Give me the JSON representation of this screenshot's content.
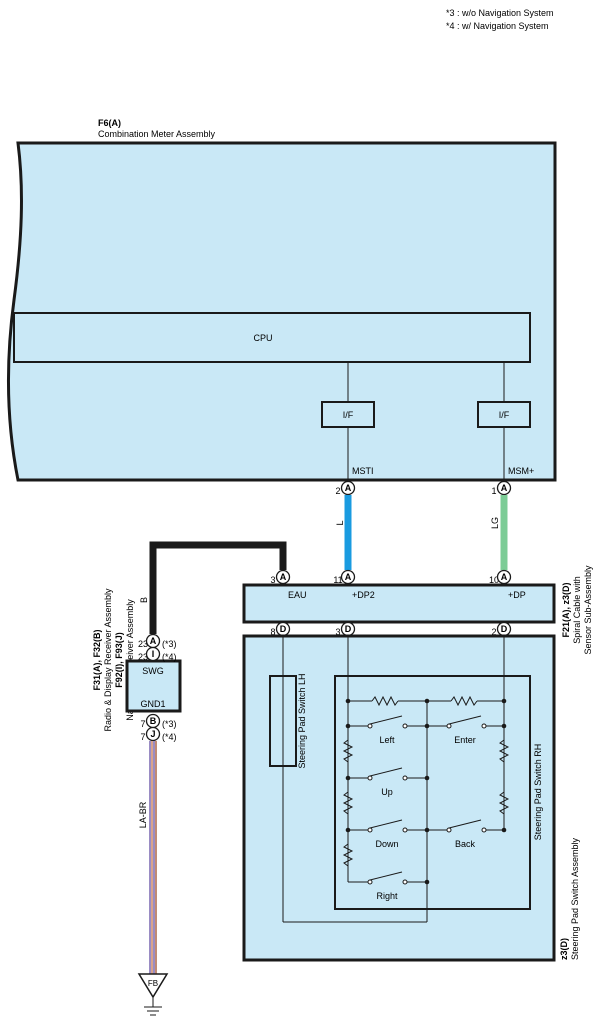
{
  "notes": [
    "*3 : w/o Navigation System",
    "*4 : w/ Navigation System"
  ],
  "combination_meter": {
    "code": "F6(A)",
    "name": "Combination Meter Assembly",
    "cpu_label": "CPU",
    "if_left": "I/F",
    "if_right": "I/F",
    "terminal_msti": "MSTI",
    "terminal_msm": "MSM+",
    "pin_msti": "2",
    "pin_msm": "1",
    "connector": "A"
  },
  "wires": {
    "blue": {
      "code": "L",
      "color": "#1a9be0"
    },
    "green": {
      "code": "LG",
      "color": "#7ccc96"
    },
    "black": {
      "code": "B",
      "color": "#1a1a1a"
    },
    "ground": {
      "code": "LA-BR"
    }
  },
  "spiral_cable": {
    "code": "F21(A), z3(D)",
    "name_line1": "Spiral Cable with",
    "name_line2": "Sensor Sub-Assembly",
    "terminal_eau": "EAU",
    "terminal_dp2": "+DP2",
    "terminal_dp": "+DP",
    "pins_top": [
      {
        "num": "3",
        "conn": "A"
      },
      {
        "num": "11",
        "conn": "A"
      },
      {
        "num": "10",
        "conn": "A"
      }
    ],
    "pins_bottom": [
      {
        "num": "8",
        "conn": "D"
      },
      {
        "num": "3",
        "conn": "D"
      },
      {
        "num": "2",
        "conn": "D"
      }
    ]
  },
  "radio_receiver": {
    "code_line1": "F31(A), F32(B)",
    "name_line2": "Radio & Display Receiver Assembly",
    "code_line3": "F92(I), F93(J)",
    "name_line4": "Navigation Receiver Assembly",
    "swg_label": "SWG",
    "gnd_label": "GND1",
    "pins": [
      {
        "num": "23",
        "conn": "A",
        "note": "(*3)"
      },
      {
        "num": "23",
        "conn": "I",
        "note": "(*4)"
      },
      {
        "num": "7",
        "conn": "B",
        "note": "(*3)"
      },
      {
        "num": "7",
        "conn": "J",
        "note": "(*4)"
      }
    ]
  },
  "ground_point": {
    "label": "FB"
  },
  "steering_switch": {
    "code": "z3(D)",
    "name": "Steering Pad Switch Assembly",
    "lh_label": "Steering Pad Switch LH",
    "rh_label": "Steering Pad Switch RH",
    "buttons": {
      "left": "Left",
      "enter": "Enter",
      "up": "Up",
      "down": "Down",
      "back": "Back",
      "right": "Right"
    }
  }
}
